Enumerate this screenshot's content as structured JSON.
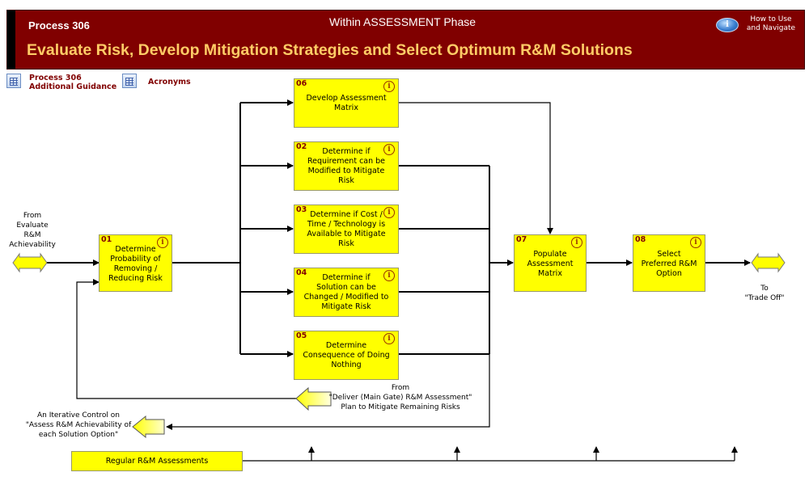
{
  "header": {
    "process_number": "Process 306",
    "phase": "Within ASSESSMENT Phase",
    "title": "Evaluate Risk, Develop Mitigation Strategies and Select Optimum R&M Solutions",
    "help_icon": "info-icon",
    "help_label_line1": "How to Use",
    "help_label_line2": "and Navigate",
    "help_icon_glyph": "i"
  },
  "links": [
    {
      "line1": "Process 306",
      "line2": "Additional Guidance",
      "icon": "table-document-icon"
    },
    {
      "line1": "Acronyms",
      "icon": "table-document-icon"
    }
  ],
  "colors": {
    "header_bg": "#800000",
    "title_text": "#ffcc66",
    "box_fill": "#ffff00",
    "box_number": "#800000",
    "info_icon": "#993300"
  },
  "info_glyph": "i",
  "boxes": [
    {
      "id": "01",
      "lines": [
        "Determine",
        "Probability of",
        "Removing /",
        "Reducing Risk"
      ]
    },
    {
      "id": "06",
      "lines": [
        "Develop Assessment",
        "Matrix"
      ]
    },
    {
      "id": "02",
      "lines": [
        "Determine if",
        "Requirement can be",
        "Modified to Mitigate",
        "Risk"
      ]
    },
    {
      "id": "03",
      "lines": [
        "Determine if Cost /",
        "Time / Technology is",
        "Available to Mitigate",
        "Risk"
      ]
    },
    {
      "id": "04",
      "lines": [
        "Determine if",
        "Solution can be",
        "Changed / Modified to",
        "Mitigate Risk"
      ]
    },
    {
      "id": "05",
      "lines": [
        "Determine",
        "Consequence of Doing",
        "Nothing"
      ]
    },
    {
      "id": "07",
      "lines": [
        "Populate",
        "Assessment",
        "Matrix"
      ]
    },
    {
      "id": "08",
      "lines": [
        "Select",
        "Preferred R&M",
        "Option"
      ]
    }
  ],
  "connectors": {
    "from_input": [
      "From",
      "Evaluate",
      "R&M",
      "Achievability"
    ],
    "to_output": [
      "To",
      "\"Trade Off\""
    ],
    "from_deliver": [
      "From",
      "\"Deliver (Main Gate) R&M Assessment\"",
      "Plan to Mitigate Remaining Risks"
    ],
    "iterative_control": [
      "An Iterative Control on",
      "\"Assess R&M Achievability of",
      "each Solution Option\""
    ]
  },
  "regular_assessments": "Regular R&M Assessments"
}
